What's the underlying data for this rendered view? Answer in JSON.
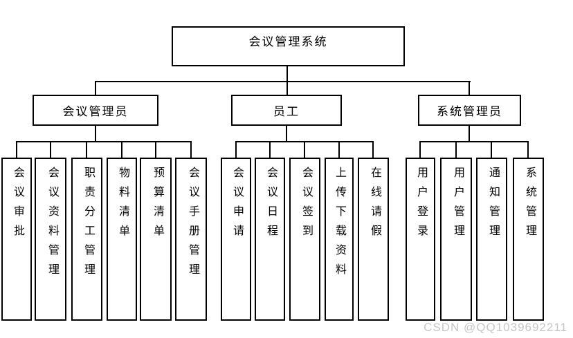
{
  "diagram": {
    "root": "会议管理系统",
    "branches": [
      {
        "label": "会议管理员",
        "children": [
          "会议审批",
          "会议资料管理",
          "职责分工管理",
          "物料清单",
          "预算清单",
          "会议手册管理"
        ]
      },
      {
        "label": "员工",
        "children": [
          "会议申请",
          "会议日程",
          "会议签到",
          "上传下载资料",
          "在线请假"
        ]
      },
      {
        "label": "系统管理员",
        "children": [
          "用户登录",
          "用户管理",
          "通知管理",
          "系统管理"
        ]
      }
    ]
  },
  "watermark": "CSDN @QQ1039692211",
  "colors": {
    "line": "#000000",
    "background": "#ffffff",
    "watermark": "#c6c6c6"
  }
}
